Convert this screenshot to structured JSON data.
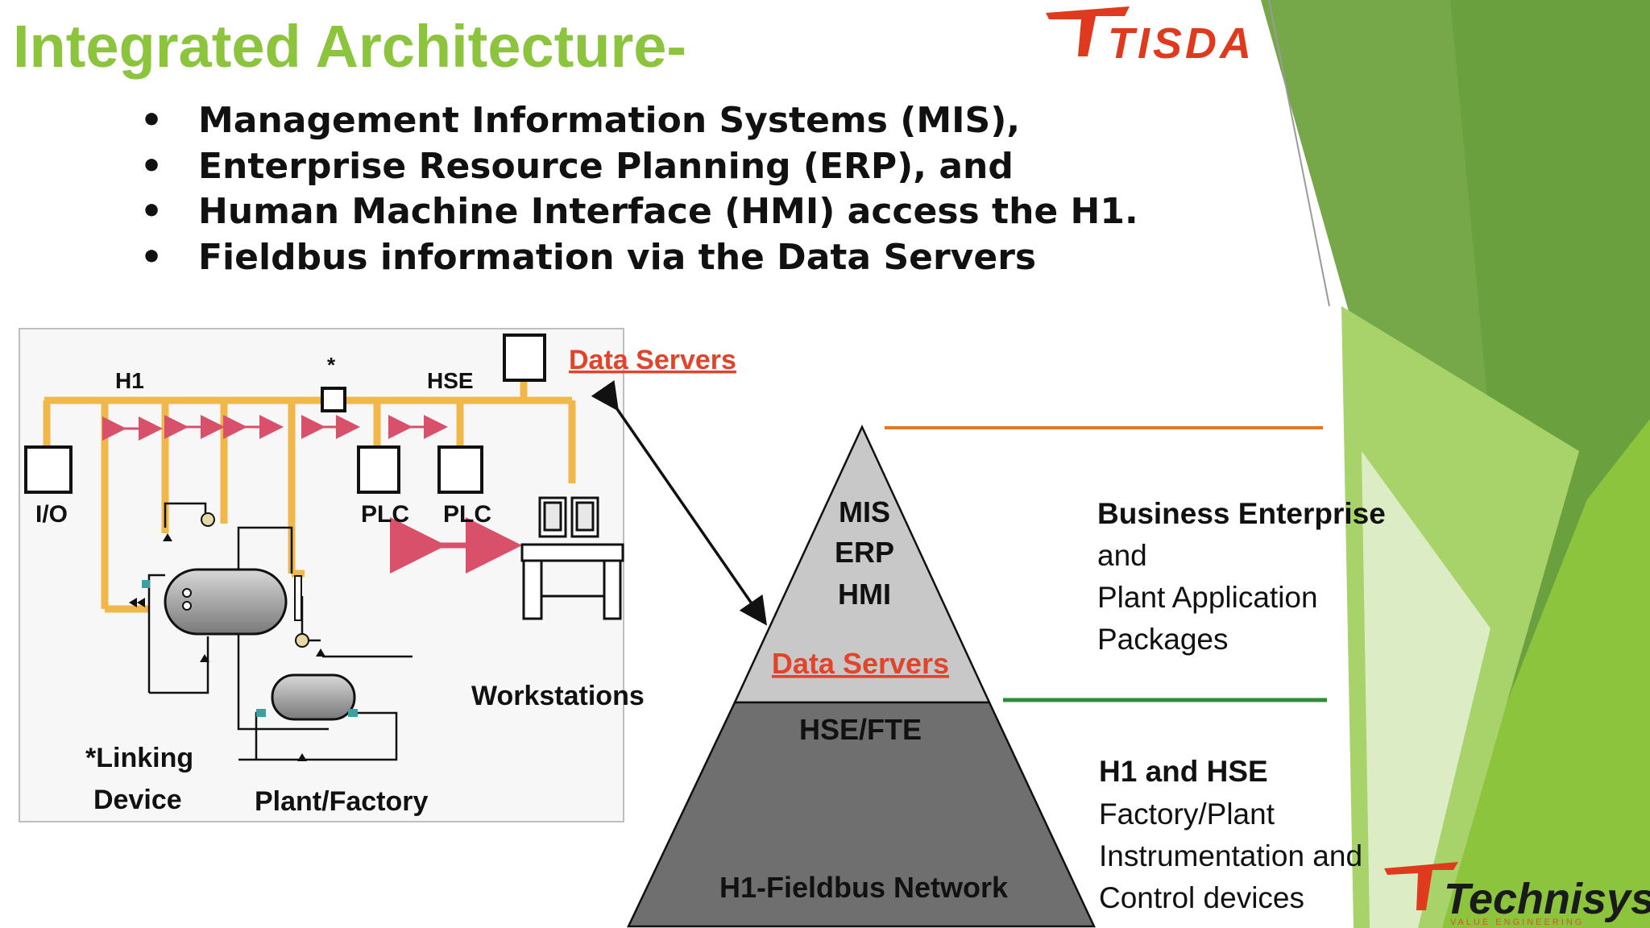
{
  "slide": {
    "title": "Integrated Architecture-",
    "bullets": [
      "Management Information Systems (MIS),",
      "Enterprise Resource Planning (ERP), and",
      "Human Machine Interface (HMI) access the H1.",
      "Fieldbus information via the Data Servers"
    ]
  },
  "logos": {
    "top_right": "TISDA",
    "bottom_right": "Technisys",
    "bottom_right_tagline": "VALUE ENGINEERING"
  },
  "network_diagram": {
    "bus_h1": "H1",
    "bus_hse": "HSE",
    "linking_marker": "*",
    "data_servers": "Data Servers",
    "io": "I/O",
    "plc_1": "PLC",
    "plc_2": "PLC",
    "workstations": "Workstations",
    "linking_device_line1": "*Linking",
    "linking_device_line2": "Device",
    "plant": "Plant/Factory"
  },
  "pyramid": {
    "top_lines": [
      "MIS",
      "ERP",
      "HMI"
    ],
    "data_servers": "Data Servers",
    "hse_fte": "HSE/FTE",
    "bottom": "H1-Fieldbus Network"
  },
  "levels": {
    "business": [
      "Business Enterprise",
      "and",
      "Plant Application",
      "Packages"
    ],
    "field": [
      "H1 and HSE",
      "Factory/Plant",
      "Instrumentation and",
      "Control devices"
    ]
  },
  "colors": {
    "title": "#8cc43e",
    "bus": "#f0b84a",
    "link_arrows": "#d8506a",
    "data_servers": "#e0442a",
    "orange_line": "#e07a2a",
    "green_line": "#2e8c3a",
    "pyramid_top": "#c8c8c8",
    "pyramid_bottom": "#6f6f6f",
    "logo_red": "#e03a1e"
  }
}
